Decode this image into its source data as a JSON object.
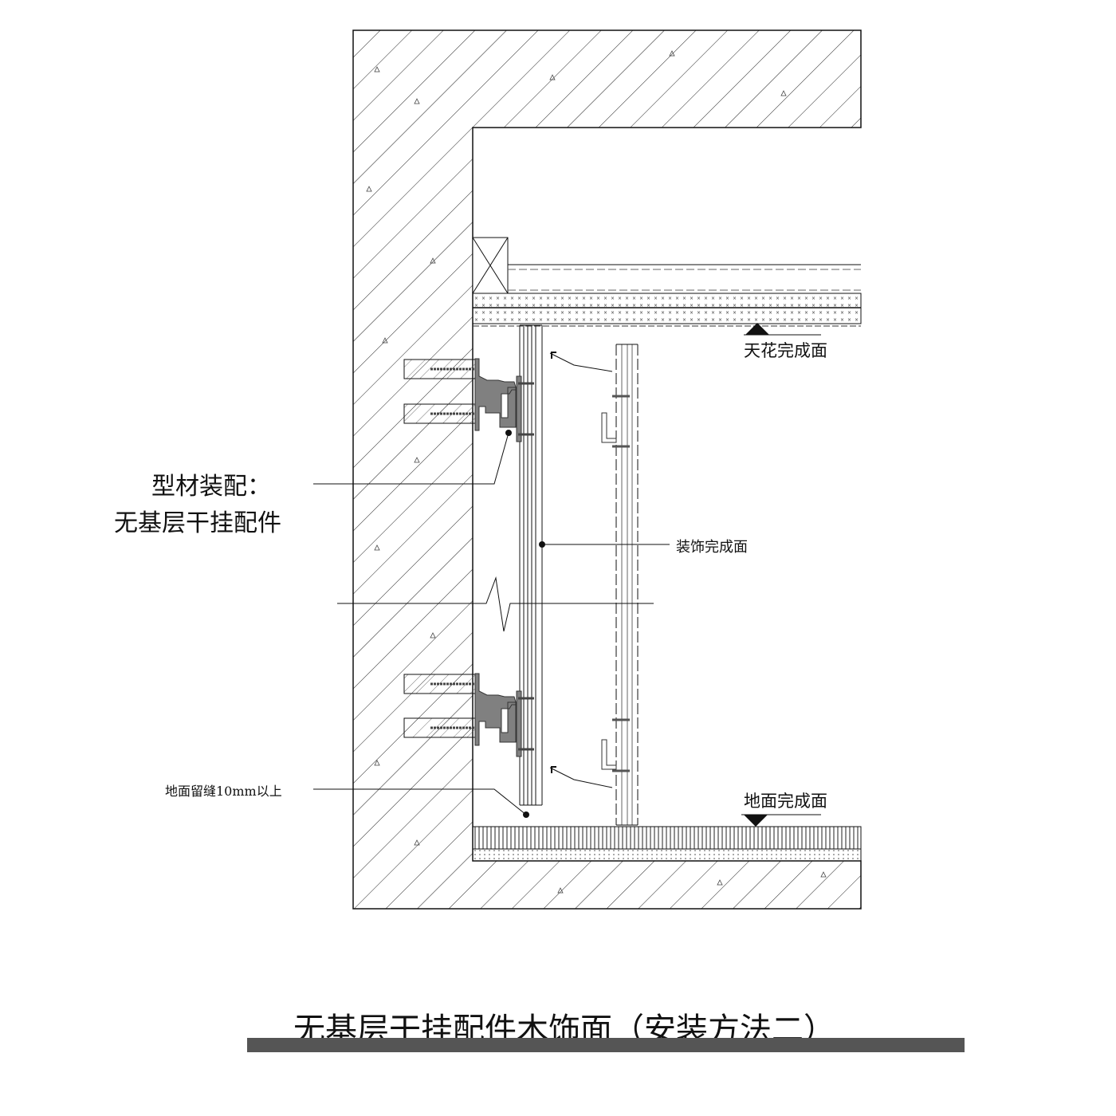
{
  "labels": {
    "profile_assembly_line1": "型材装配：",
    "profile_assembly_line2": "无基层干挂配件",
    "finish_surface": "装饰完成面",
    "ceiling_finish": "天花完成面",
    "floor_finish": "地面完成面",
    "floor_gap": "地面留缝10mm以上"
  },
  "title": "无基层干挂配件木饰面（安装方法二）",
  "colors": {
    "line": "#111111",
    "metal": "#808080",
    "title_bar": "#555555"
  }
}
